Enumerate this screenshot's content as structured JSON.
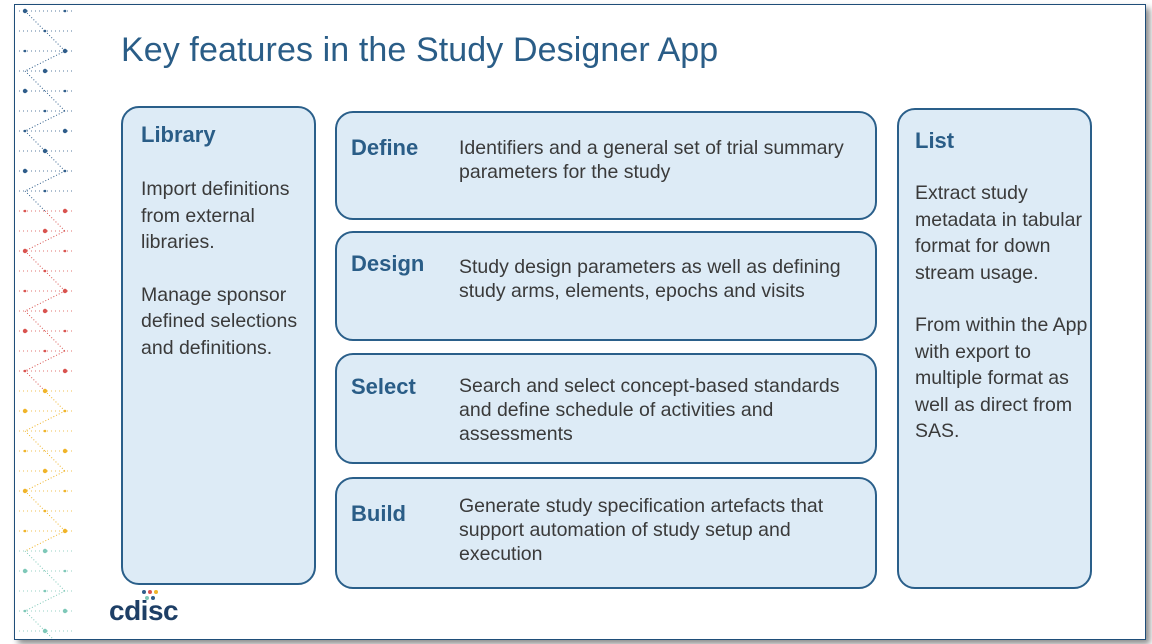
{
  "slide": {
    "title": "Key features in the Study Designer App"
  },
  "library": {
    "heading": "Library",
    "paragraphs": [
      "Import definitions from external libraries.",
      "Manage sponsor defined selections and definitions."
    ]
  },
  "features": [
    {
      "heading": "Define",
      "description": "Identifiers and a general set of trial summary parameters for the study"
    },
    {
      "heading": "Design",
      "description": "Study design parameters as well as defining study arms, elements, epochs and visits"
    },
    {
      "heading": "Select",
      "description": "Search and select concept-based standards and define schedule of activities and assessments"
    },
    {
      "heading": "Build",
      "description": "Generate study specification artefacts that support automation of study setup and execution"
    }
  ],
  "list": {
    "heading": "List",
    "paragraphs": [
      "Extract study metadata in tabular format for down stream usage.",
      "From within the App with export to multiple format as well as direct from SAS."
    ]
  },
  "logo": {
    "text": "cdisc"
  },
  "colors": {
    "box_fill": "#ddebf6",
    "box_border": "#2a5f8a",
    "heading": "#2a5d87",
    "body_text": "#3a3a3a",
    "deco_blue": "#2f5d8a",
    "deco_red": "#d9534f",
    "deco_yellow": "#f0b429",
    "deco_teal": "#7ec8b8"
  }
}
